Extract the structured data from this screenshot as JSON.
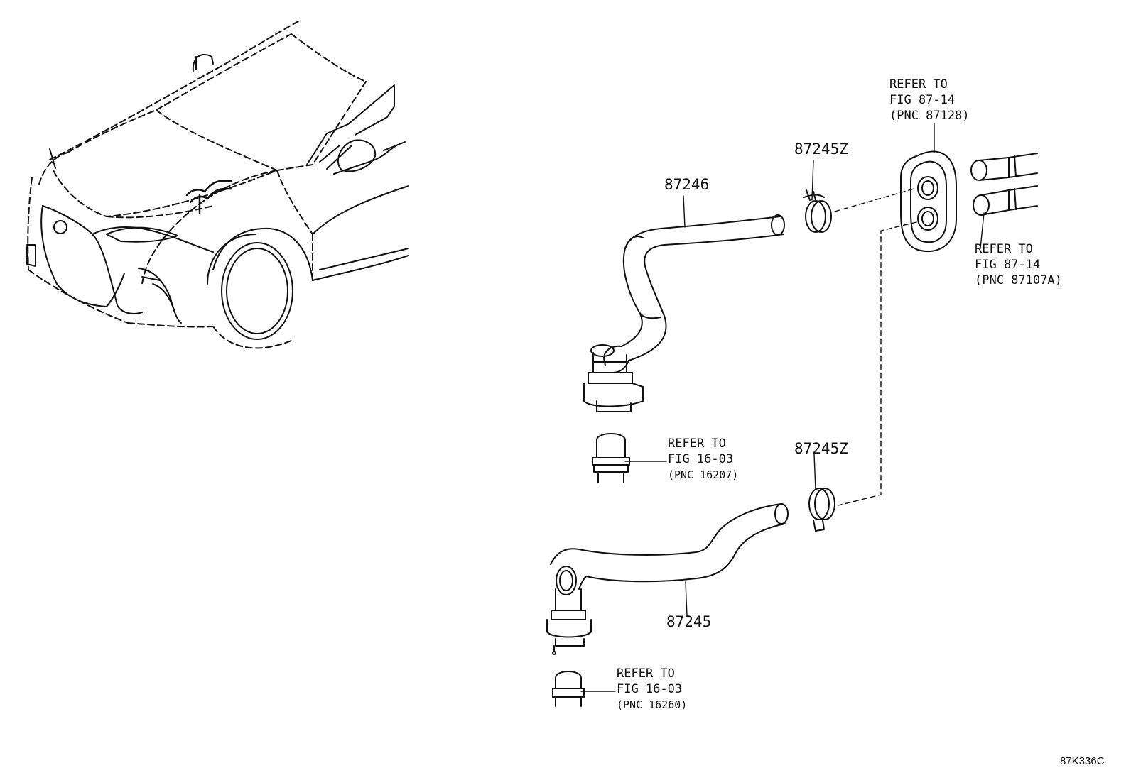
{
  "diagram": {
    "figure_code": "87K336C",
    "colors": {
      "line": "#111111",
      "background": "#ffffff"
    },
    "part_numbers": {
      "hose_upper": "87246",
      "hose_lower": "87245",
      "clamp_upper": "87245Z",
      "clamp_lower": "87245Z"
    },
    "references": {
      "grommet": {
        "line1": "REFER TO",
        "line2": "FIG 87-14",
        "line3": "(PNC 87128)"
      },
      "pipes": {
        "line1": "REFER TO",
        "line2": "FIG 87-14",
        "line3": "(PNC 87107A)"
      },
      "upper_fitting": {
        "line1": "REFER TO",
        "line2": "FIG 16-03",
        "line3": "(PNC 16207)"
      },
      "lower_fitting": {
        "line1": "REFER TO",
        "line2": "FIG 16-03",
        "line3": "(PNC 16260)"
      }
    }
  }
}
